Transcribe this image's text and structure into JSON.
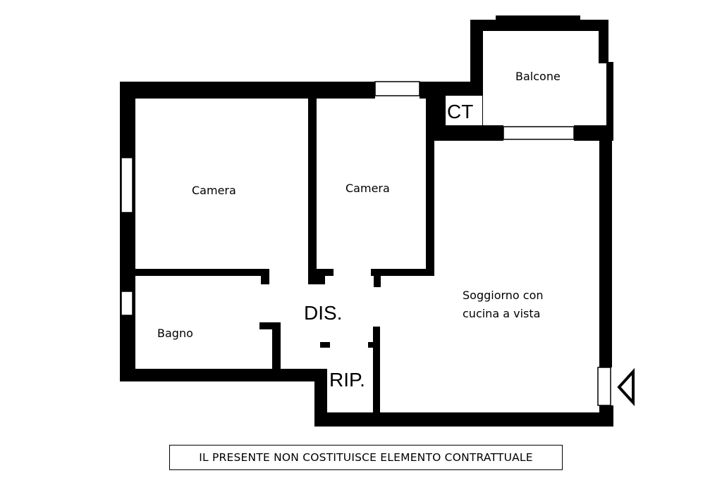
{
  "plan": {
    "rooms": {
      "camera_1": "Camera",
      "camera_2": "Camera",
      "bagno": "Bagno",
      "dis": "DIS.",
      "rip": "RIP.",
      "soggiorno_line1": "Soggiorno con",
      "soggiorno_line2": "cucina a vista",
      "balcone": "Balcone",
      "ct": "CT"
    },
    "colors": {
      "wall": "#000000",
      "background": "#ffffff"
    }
  },
  "disclaimer": "IL PRESENTE NON COSTITUISCE ELEMENTO CONTRATTUALE"
}
